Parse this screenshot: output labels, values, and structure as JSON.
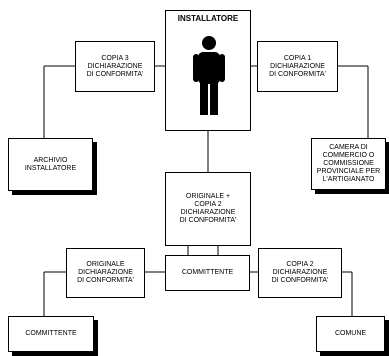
{
  "installer": {
    "title": "INSTALLATORE"
  },
  "copies": {
    "copy3": "COPIA 3\nDICHIARAZIONE\nDI CONFORMITA'",
    "copy1": "COPIA 1\nDICHIARAZIONE\nDI CONFORMITA'",
    "original_copy2": "ORIGINALE +\nCOPIA 2\nDICHIARAZIONE\nDI CONFORMITA'",
    "original": "ORIGINALE\nDICHIARAZIONE\nDI CONFORMITA'",
    "copy2": "COPIA 2\nDICHIARAZIONE\nDI CONFORMITA'"
  },
  "entities": {
    "archive": "ARCHIVIO\nINSTALLATORE",
    "chamber": "CAMERA DI\nCOMMERCIO O\nCOMMISSIONE\nPROVINCIALE PER\nL'ARTIGIANATO",
    "client_center": "COMMITTENTE",
    "client": "COMMITTENTE",
    "municipality": "COMUNE"
  },
  "icons": {
    "installer": "person-silhouette-icon"
  }
}
